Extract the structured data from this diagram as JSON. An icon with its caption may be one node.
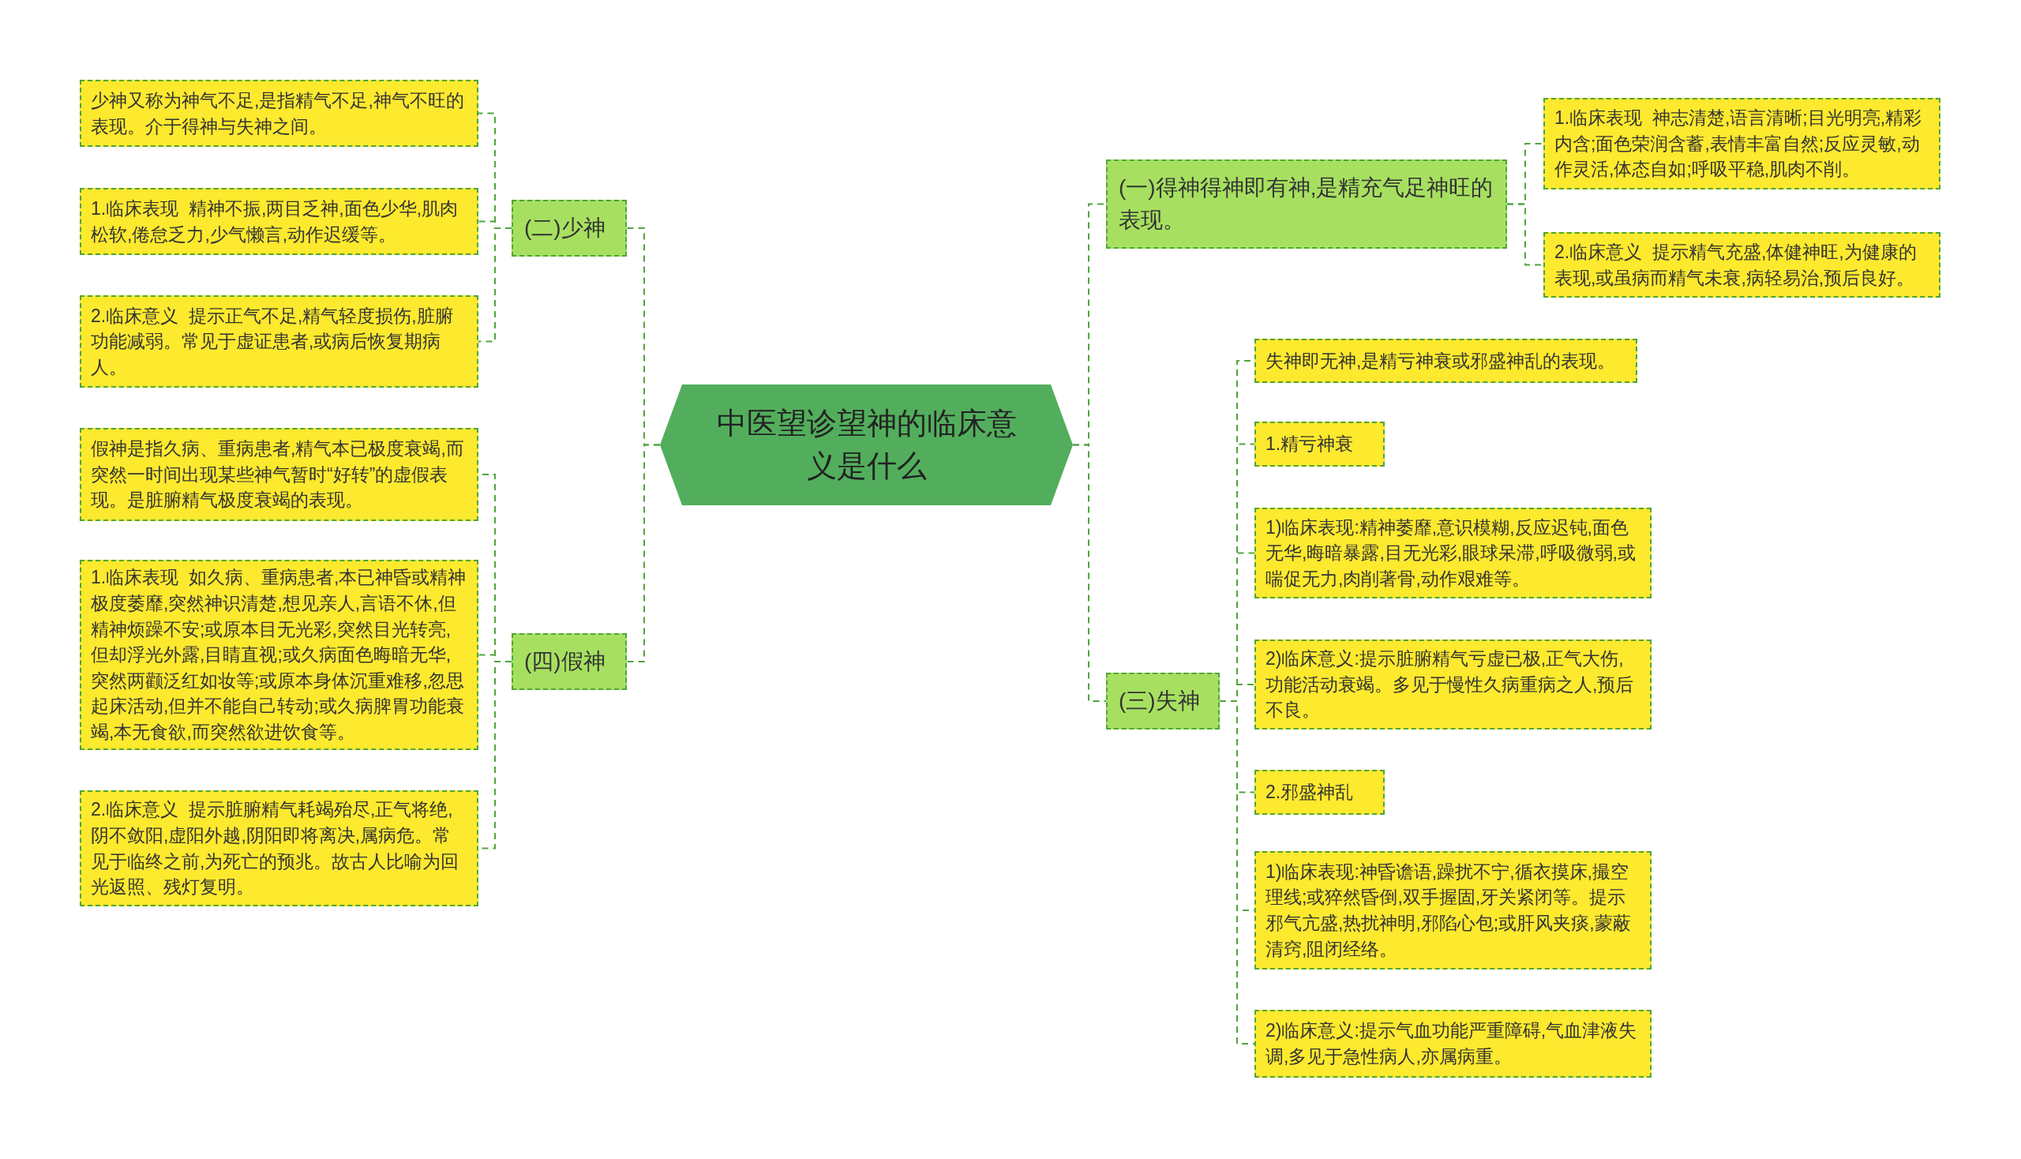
{
  "diagram": {
    "nodes": [
      {
        "text": [
          "中医望诊望神的临床意义是什么"
        ]
      },
      {
        "text": [
          "(二)少神"
        ]
      },
      {
        "text": [
          "少神又称为神气不足,是指精气不足,神气不旺的表现。介于得神与失神之间。"
        ]
      },
      {
        "text": [
          "1.临床表现  精神不振,两目乏神,面色少华,肌肉松软,倦怠乏力,少气懒言,动作迟缓等。"
        ]
      },
      {
        "text": [
          "2.临床意义  提示正气不足,精气轻度损伤,脏腑功能减弱。常见于虚证患者,或病后恢复期病人。"
        ]
      },
      {
        "text": [
          "(四)假神"
        ]
      },
      {
        "text": [
          "假神是指久病、重病患者,精气本已极度衰竭,而突然一时间出现某些神气暂时“好转”的虚假表现。是脏腑精气极度衰竭的表现。"
        ]
      },
      {
        "text": [
          "1.临床表现  如久病、重病患者,本已神昏或精神极度萎靡,突然神识清楚,想见亲人,言语不休,但精神烦躁不安;或原本目无光彩,突然目光转亮,但却浮光外露,目睛直视;或久病面色晦暗无华,突然两颧泛红如妆等;或原本身体沉重难移,忽思起床活动,但并不能自己转动;或久病脾胃功能衰竭,本无食欲,而突然欲进饮食等。"
        ]
      },
      {
        "text": [
          "2.临床意义  提示脏腑精气耗竭殆尽,正气将绝,阴不敛阳,虚阳外越,阴阳即将离决,属病危。常见于临终之前,为死亡的预兆。故古人比喻为回光返照、残灯复明。"
        ]
      },
      {
        "text": [
          "(一)得神得神即有神,是精充气足神旺的表现。"
        ]
      },
      {
        "text": [
          "1.临床表现  神志清楚,语言清晰;目光明亮,精彩内含;面色荣润含蓄,表情丰富自然;反应灵敏,动作灵活,体态自如;呼吸平稳,肌肉不削。"
        ]
      },
      {
        "text": [
          "2.临床意义  提示精气充盛,体健神旺,为健康的表现,或虽病而精气未衰,病轻易治,预后良好。"
        ]
      },
      {
        "text": [
          "(三)失神"
        ]
      },
      {
        "text": [
          "失神即无神,是精亏神衰或邪盛神乱的表现。"
        ]
      },
      {
        "text": [
          "1.精亏神衰"
        ]
      },
      {
        "text": [
          "1)临床表现:精神萎靡,意识模糊,反应迟钝,面色无华,晦暗暴露,目无光彩,眼球呆滞,呼吸微弱,或喘促无力,肉削著骨,动作艰难等。"
        ]
      },
      {
        "text": [
          "2)临床意义:提示脏腑精气亏虚已极,正气大伤,功能活动衰竭。多见于慢性久病重病之人,预后不良。"
        ]
      },
      {
        "text": [
          "2.邪盛神乱"
        ]
      },
      {
        "text": [
          "1)临床表现:神昏谵语,躁扰不宁,循衣摸床,撮空理线;或猝然昏倒,双手握固,牙关紧闭等。提示邪气亢盛,热扰神明,邪陷心包;或肝风夹痰,蒙蔽清窍,阻闭经络。"
        ]
      },
      {
        "text": [
          "2)临床意义:提示气血功能严重障碍,气血津液失调,多见于急性病人,亦属病重。"
        ]
      }
    ],
    "edges": [
      {
        "from": 0,
        "to": 1,
        "arrow": "none",
        "style": "dashed"
      },
      {
        "from": 1,
        "to": 2,
        "arrow": "none",
        "style": "dashed"
      },
      {
        "from": 1,
        "to": 3,
        "arrow": "none",
        "style": "dashed"
      },
      {
        "from": 1,
        "to": 4,
        "arrow": "none",
        "style": "dashed"
      },
      {
        "from": 0,
        "to": 5,
        "arrow": "none",
        "style": "dashed"
      },
      {
        "from": 5,
        "to": 6,
        "arrow": "none",
        "style": "dashed"
      },
      {
        "from": 5,
        "to": 7,
        "arrow": "none",
        "style": "dashed"
      },
      {
        "from": 5,
        "to": 8,
        "arrow": "none",
        "style": "dashed"
      },
      {
        "from": 0,
        "to": 9,
        "arrow": "none",
        "style": "dashed"
      },
      {
        "from": 9,
        "to": 10,
        "arrow": "none",
        "style": "dashed"
      },
      {
        "from": 9,
        "to": 11,
        "arrow": "none",
        "style": "dashed"
      },
      {
        "from": 0,
        "to": 12,
        "arrow": "none",
        "style": "dashed"
      },
      {
        "from": 12,
        "to": 13,
        "arrow": "none",
        "style": "dashed"
      },
      {
        "from": 12,
        "to": 14,
        "arrow": "none",
        "style": "dashed"
      },
      {
        "from": 12,
        "to": 15,
        "arrow": "none",
        "style": "dashed"
      },
      {
        "from": 12,
        "to": 16,
        "arrow": "none",
        "style": "dashed"
      },
      {
        "from": 12,
        "to": 17,
        "arrow": "none",
        "style": "dashed"
      },
      {
        "from": 12,
        "to": 18,
        "arrow": "none",
        "style": "dashed"
      },
      {
        "from": 12,
        "to": 19,
        "arrow": "none",
        "style": "dashed"
      }
    ]
  }
}
